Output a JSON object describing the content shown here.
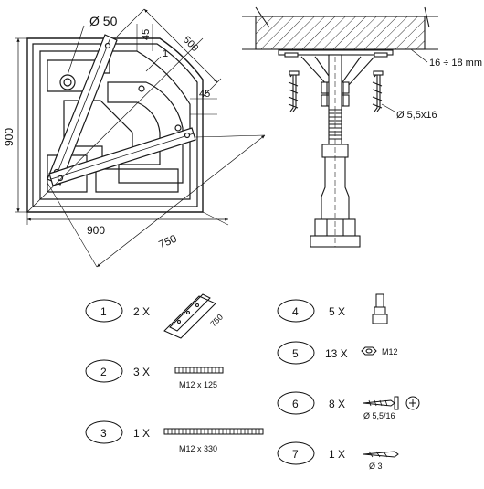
{
  "plan_view": {
    "dim_diameter": "Ø 50",
    "dim_45_top": "45",
    "dim_500": "500",
    "dim_45_right": "45",
    "callout_1": "1",
    "dim_900_left": "900",
    "dim_900_bottom": "900",
    "dim_750": "750"
  },
  "leg_detail": {
    "board_thickness": "16 ÷ 18 mm",
    "screw_size": "Ø 5,5x16"
  },
  "parts": [
    {
      "number": "1",
      "qty": "2 X",
      "label": "750"
    },
    {
      "number": "2",
      "qty": "3 X",
      "label": "M12 x 125"
    },
    {
      "number": "3",
      "qty": "1 X",
      "label": "M12 x 330"
    },
    {
      "number": "4",
      "qty": "5 X",
      "label": ""
    },
    {
      "number": "5",
      "qty": "13 X",
      "label": "M12"
    },
    {
      "number": "6",
      "qty": "8 X",
      "label": "Ø 5,5/16"
    },
    {
      "number": "7",
      "qty": "1 X",
      "label": "Ø 3"
    }
  ],
  "colors": {
    "line": "#1a1a1a",
    "fill": "#ffffff",
    "hatch": "#333333"
  }
}
